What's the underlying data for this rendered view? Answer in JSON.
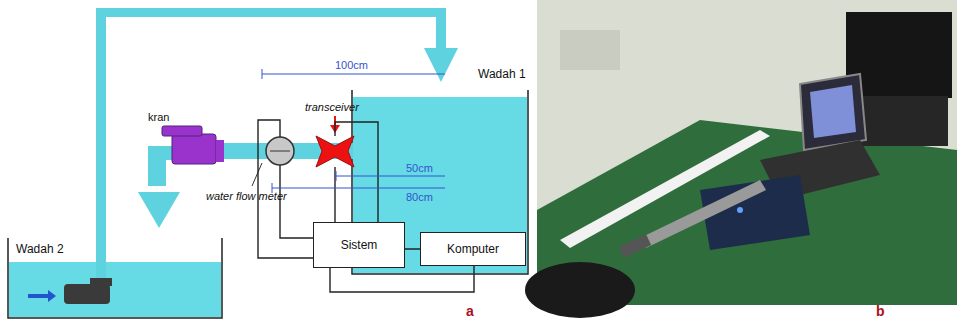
{
  "diagram": {
    "nodes": [
      {
        "text": [
          "Sistem"
        ]
      },
      {
        "text": [
          "Komputer"
        ]
      }
    ],
    "edges": [
      {
        "from": 0,
        "to": 1,
        "arrow": "none"
      }
    ],
    "labels": [
      "Wadah 1",
      "Wadah 2",
      "transceiver",
      "kran",
      "water flow meter",
      "100cm",
      "50cm",
      "80cm",
      "a",
      "b"
    ]
  }
}
